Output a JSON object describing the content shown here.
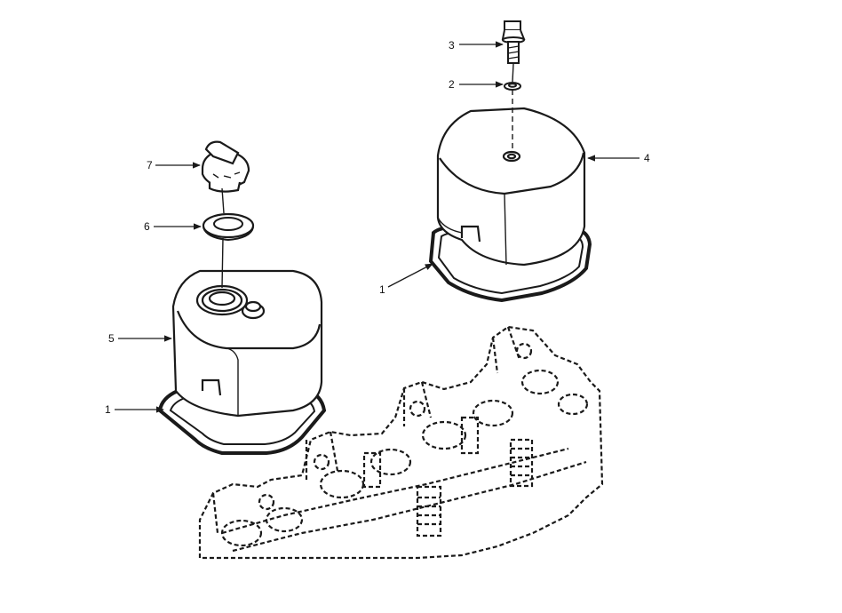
{
  "callouts": [
    {
      "id": "1a",
      "label": "1"
    },
    {
      "id": "1b",
      "label": "1"
    },
    {
      "id": "2",
      "label": "2"
    },
    {
      "id": "3",
      "label": "3"
    },
    {
      "id": "4",
      "label": "4"
    },
    {
      "id": "5",
      "label": "5"
    },
    {
      "id": "6",
      "label": "6"
    },
    {
      "id": "7",
      "label": "7"
    }
  ],
  "colors": {
    "ink": "#1a1a1a",
    "paper": "#ffffff",
    "shade": "#e6e6e6"
  }
}
